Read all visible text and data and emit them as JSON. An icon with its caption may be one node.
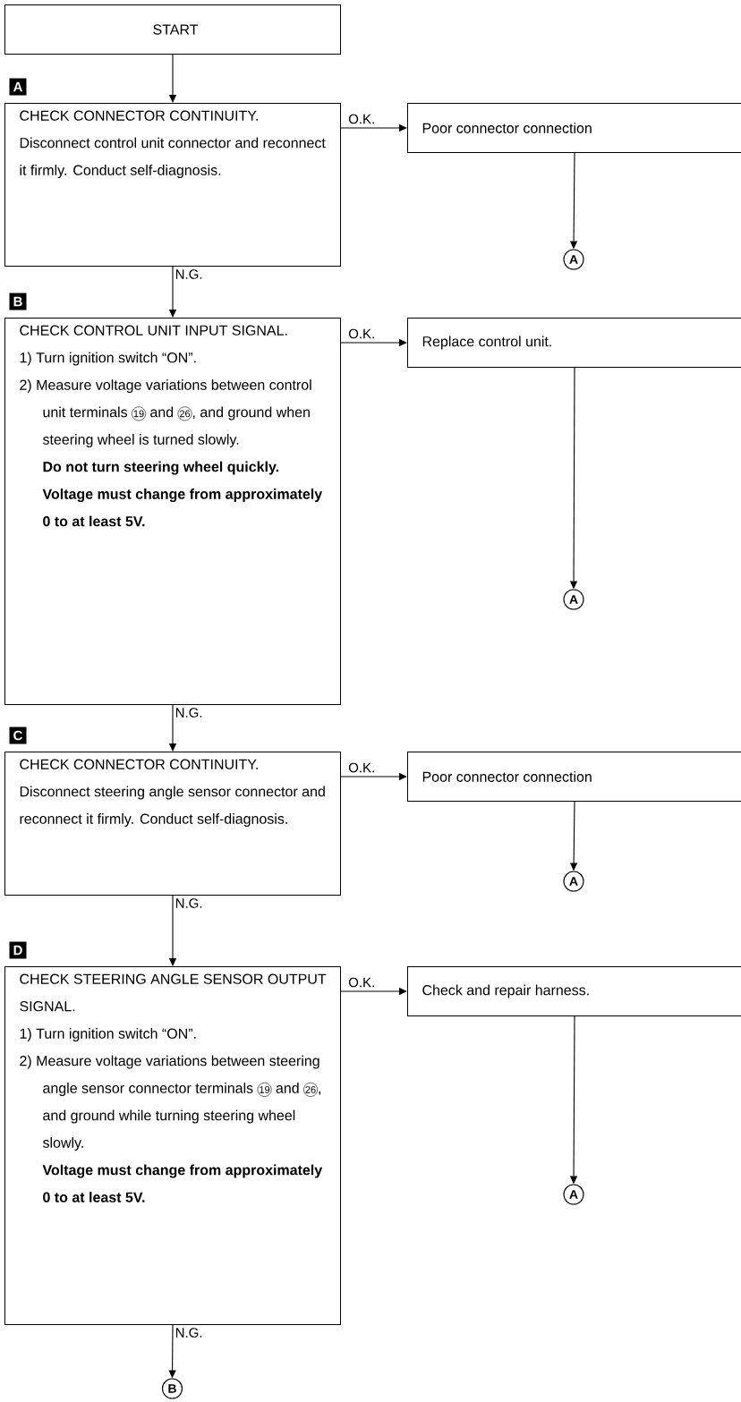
{
  "diagram": {
    "nodes": [
      {
        "text": [
          "START"
        ]
      },
      {
        "text": [
          "CHECK CONNECTOR CONTINUITY.",
          "Disconnect control unit connector and reconnect it firmly. Conduct self-diagnosis."
        ],
        "beside": [
          "A"
        ]
      },
      {
        "text": [
          "Poor connector connection"
        ]
      },
      {
        "text": [
          "A"
        ]
      },
      {
        "text": [
          "CHECK CONTROL UNIT INPUT SIGNAL.",
          "1) Turn ignition switch “ON”.",
          "2) Measure voltage variations between control unit terminals 19 and 26, and ground when steering wheel is turned slowly.",
          "Do not turn steering wheel quickly.",
          "Voltage must change from approximately 0 to at least 5V."
        ],
        "beside": [
          "B"
        ]
      },
      {
        "text": [
          "Replace control unit."
        ]
      },
      {
        "text": [
          "A"
        ]
      },
      {
        "text": [
          "CHECK CONNECTOR CONTINUITY.",
          "Disconnect steering angle sensor connector and reconnect it firmly. Conduct self-diagnosis."
        ],
        "beside": [
          "C"
        ]
      },
      {
        "text": [
          "Poor connector connection"
        ]
      },
      {
        "text": [
          "A"
        ]
      },
      {
        "text": [
          "CHECK STEERING ANGLE SENSOR OUTPUT SIGNAL.",
          "1) Turn ignition switch “ON”.",
          "2) Measure voltage variations between steering angle sensor connector terminals 19 and 26, and ground while turning steering wheel slowly.",
          "Voltage must change from approximately 0 to at least 5V."
        ],
        "beside": [
          "D"
        ]
      },
      {
        "text": [
          "Check and repair harness."
        ]
      },
      {
        "text": [
          "A"
        ]
      },
      {
        "text": [
          "B"
        ]
      }
    ],
    "edges": [
      {
        "from": 0,
        "to": 1,
        "arrow": "to"
      },
      {
        "from": 1,
        "to": 2,
        "arrow": "to",
        "label": "O.K."
      },
      {
        "from": 2,
        "to": 3,
        "arrow": "to"
      },
      {
        "from": 1,
        "to": 4,
        "arrow": "to",
        "label": "N.G."
      },
      {
        "from": 4,
        "to": 5,
        "arrow": "to",
        "label": "O.K."
      },
      {
        "from": 5,
        "to": 6,
        "arrow": "to"
      },
      {
        "from": 4,
        "to": 7,
        "arrow": "to",
        "label": "N.G."
      },
      {
        "from": 7,
        "to": 8,
        "arrow": "to",
        "label": "O.K."
      },
      {
        "from": 8,
        "to": 9,
        "arrow": "to"
      },
      {
        "from": 7,
        "to": 10,
        "arrow": "to",
        "label": "N.G."
      },
      {
        "from": 10,
        "to": 11,
        "arrow": "to",
        "label": "O.K."
      },
      {
        "from": 11,
        "to": 12,
        "arrow": "to"
      },
      {
        "from": 10,
        "to": 13,
        "arrow": "to",
        "label": "N.G."
      }
    ]
  }
}
